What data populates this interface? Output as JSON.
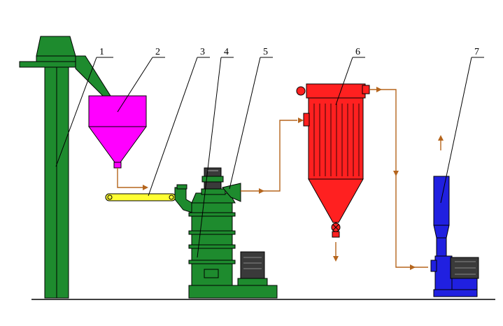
{
  "diagram": {
    "colors": {
      "elevator": "#1e8b2e",
      "hopper": "#ff00ff",
      "conveyor": "#ffff33",
      "mill": "#1e8b2e",
      "collector": "#ff2020",
      "fan": "#2020e0",
      "motor": "#3a3a3a",
      "flow_line": "#b5651d"
    },
    "callouts": [
      {
        "id": "1",
        "label": "1"
      },
      {
        "id": "2",
        "label": "2"
      },
      {
        "id": "3",
        "label": "3"
      },
      {
        "id": "4",
        "label": "4"
      },
      {
        "id": "5",
        "label": "5"
      },
      {
        "id": "6",
        "label": "6"
      },
      {
        "id": "7",
        "label": "7"
      }
    ],
    "components": [
      {
        "id": "1",
        "icon": "bucket-elevator"
      },
      {
        "id": "2",
        "icon": "storage-hopper"
      },
      {
        "id": "3",
        "icon": "belt-feeder"
      },
      {
        "id": "4",
        "icon": "grinding-mill"
      },
      {
        "id": "5",
        "icon": "classifier"
      },
      {
        "id": "6",
        "icon": "pulse-dust-collector"
      },
      {
        "id": "7",
        "icon": "induced-draft-fan"
      }
    ]
  }
}
